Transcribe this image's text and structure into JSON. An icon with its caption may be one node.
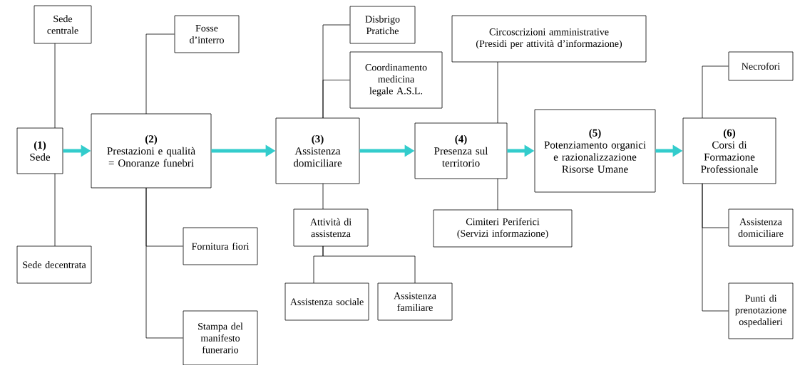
{
  "diagram": {
    "nodes": [
      {
        "text": [
          "Sede centrale"
        ]
      },
      {
        "text": [
          "(1)",
          "Sede"
        ]
      },
      {
        "text": [
          "Sede decentrata"
        ]
      },
      {
        "text": [
          "Fosse d’interro"
        ]
      },
      {
        "text": [
          "(2)",
          "Prestazioni e qualità = Onoranze funebri"
        ]
      },
      {
        "text": [
          "Fornitura fiori"
        ]
      },
      {
        "text": [
          "Stampa del manifesto funerario"
        ]
      },
      {
        "text": [
          "Disbrigo Pratiche"
        ]
      },
      {
        "text": [
          "Coordinamento medicina legale A.S.L."
        ]
      },
      {
        "text": [
          "(3)",
          "Assistenza domiciliare"
        ]
      },
      {
        "text": [
          "Attività di assistenza"
        ]
      },
      {
        "text": [
          "Assistenza sociale"
        ]
      },
      {
        "text": [
          "Assistenza familiare"
        ]
      },
      {
        "text": [
          "Circoscrizioni amministrative (Presidi per attività d’informazione)"
        ]
      },
      {
        "text": [
          "(4)",
          "Presenza sul territorio"
        ]
      },
      {
        "text": [
          "Cimiteri Periferici (Servizi informazione)"
        ]
      },
      {
        "text": [
          "(5)",
          "Potenziamento organici e razionalizzazione Risorse Umane"
        ]
      },
      {
        "text": [
          "Necrofori"
        ]
      },
      {
        "text": [
          "(6)",
          "Corsi di Formazione Professionale"
        ]
      },
      {
        "text": [
          "Assistenza domiciliare"
        ]
      },
      {
        "text": [
          "Punti di prenotazione ospedalieri"
        ]
      }
    ],
    "edges": [
      {
        "from": 1,
        "to": 4,
        "arrow": "to",
        "style": "thick",
        "color": "#33cccc"
      },
      {
        "from": 4,
        "to": 9,
        "arrow": "to",
        "style": "thick",
        "color": "#33cccc"
      },
      {
        "from": 9,
        "to": 14,
        "arrow": "to",
        "style": "thick",
        "color": "#33cccc"
      },
      {
        "from": 14,
        "to": 16,
        "arrow": "to",
        "style": "thick",
        "color": "#33cccc"
      },
      {
        "from": 16,
        "to": 18,
        "arrow": "to",
        "style": "thick",
        "color": "#33cccc"
      },
      {
        "from": 1,
        "to": 0,
        "arrow": "none"
      },
      {
        "from": 1,
        "to": 2,
        "arrow": "none"
      },
      {
        "from": 4,
        "to": 3,
        "arrow": "none"
      },
      {
        "from": 4,
        "to": 5,
        "arrow": "none"
      },
      {
        "from": 4,
        "to": 6,
        "arrow": "none"
      },
      {
        "from": 9,
        "to": 7,
        "arrow": "none"
      },
      {
        "from": 9,
        "to": 8,
        "arrow": "none"
      },
      {
        "from": 9,
        "to": 10,
        "arrow": "none"
      },
      {
        "from": 10,
        "to": 11,
        "arrow": "none"
      },
      {
        "from": 10,
        "to": 12,
        "arrow": "none"
      },
      {
        "from": 14,
        "to": 13,
        "arrow": "none"
      },
      {
        "from": 14,
        "to": 15,
        "arrow": "none"
      },
      {
        "from": 18,
        "to": 17,
        "arrow": "none"
      },
      {
        "from": 18,
        "to": 19,
        "arrow": "none"
      },
      {
        "from": 18,
        "to": 20,
        "arrow": "none"
      }
    ]
  }
}
